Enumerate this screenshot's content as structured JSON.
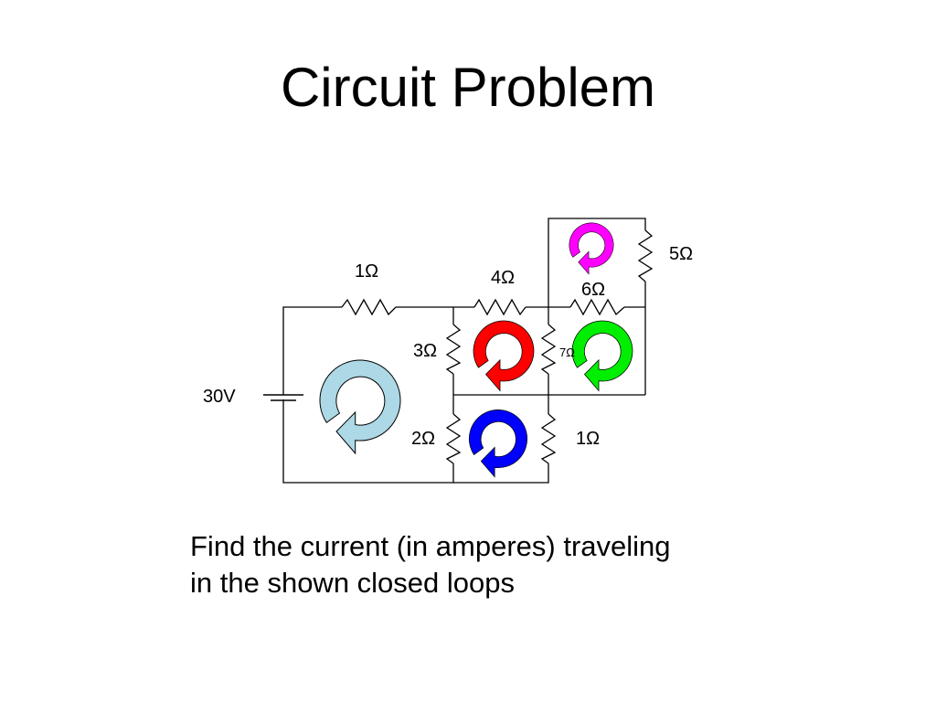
{
  "slide": {
    "title": "Circuit Problem",
    "question": {
      "line1": "Find the current (in amperes) traveling",
      "line2": "in the shown closed loops"
    }
  },
  "circuit": {
    "source_label": "30V",
    "resistors": {
      "r_top_left": "1Ω",
      "r_top_mid": "4Ω",
      "r_right_upper": "5Ω",
      "r_middle_horizontal": "6Ω",
      "r_left_vertical": "3Ω",
      "r_center_vertical": "7Ω",
      "r_bottom_left_vertical": "2Ω",
      "r_bottom_right_vertical": "1Ω"
    },
    "loops": [
      {
        "name": "loop-main",
        "color": "#add8e6"
      },
      {
        "name": "loop-red",
        "color": "#ff0000"
      },
      {
        "name": "loop-green",
        "color": "#00ee00"
      },
      {
        "name": "loop-blue",
        "color": "#0000ff"
      },
      {
        "name": "loop-magenta",
        "color": "#ff00ff"
      }
    ]
  }
}
